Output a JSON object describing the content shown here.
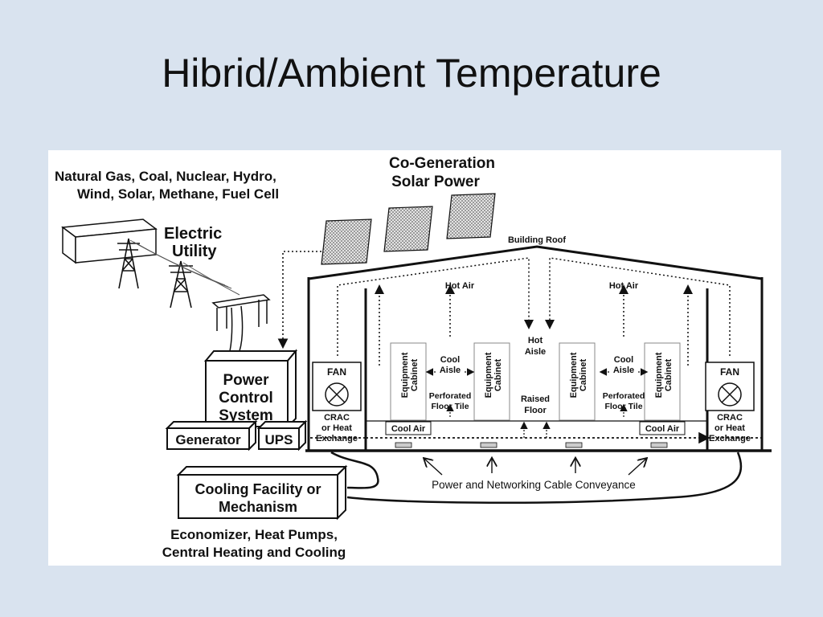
{
  "slide": {
    "title": "Hibrid/Ambient Temperature"
  },
  "diagram": {
    "energy_sources": {
      "line1": "Natural Gas, Coal, Nuclear, Hydro,",
      "line2": "Wind, Solar, Methane, Fuel Cell"
    },
    "electric_utility": {
      "line1": "Electric",
      "line2": "Utility"
    },
    "cogeneration": {
      "line1": "Co-Generation",
      "line2": "Solar Power"
    },
    "building_roof": "Building Roof",
    "hot_air_left": "Hot Air",
    "hot_air_right": "Hot Air",
    "fan_left": "FAN",
    "fan_right": "FAN",
    "crac_left": {
      "line1": "CRAC",
      "line2": "or Heat",
      "line3": "Exchange"
    },
    "crac_right": {
      "line1": "CRAC",
      "line2": "or Heat",
      "line3": "Exchange"
    },
    "equipment_cabinet": {
      "line1": "Equipment",
      "line2": "Cabinet"
    },
    "cool_aisle": {
      "line1": "Cool",
      "line2": "Aisle"
    },
    "perforated_tile": {
      "line1": "Perforated",
      "line2": "Floor Tile"
    },
    "hot_aisle": {
      "line1": "Hot",
      "line2": "Aisle"
    },
    "raised_floor": {
      "line1": "Raised",
      "line2": "Floor"
    },
    "cool_air": "Cool Air",
    "power_control": {
      "line1": "Power",
      "line2": "Control",
      "line3": "System"
    },
    "generator": "Generator",
    "ups": "UPS",
    "cooling_facility": {
      "line1": "Cooling Facility or",
      "line2": "Mechanism"
    },
    "cable_conveyance": "Power and Networking Cable Conveyance",
    "economizer": {
      "line1": "Economizer, Heat Pumps,",
      "line2": "Central Heating and Cooling"
    }
  },
  "colors": {
    "background": "#d9e3ef",
    "panel": "#ffffff",
    "ink": "#111111",
    "solar_panel_fill": "#c8c8c8"
  }
}
